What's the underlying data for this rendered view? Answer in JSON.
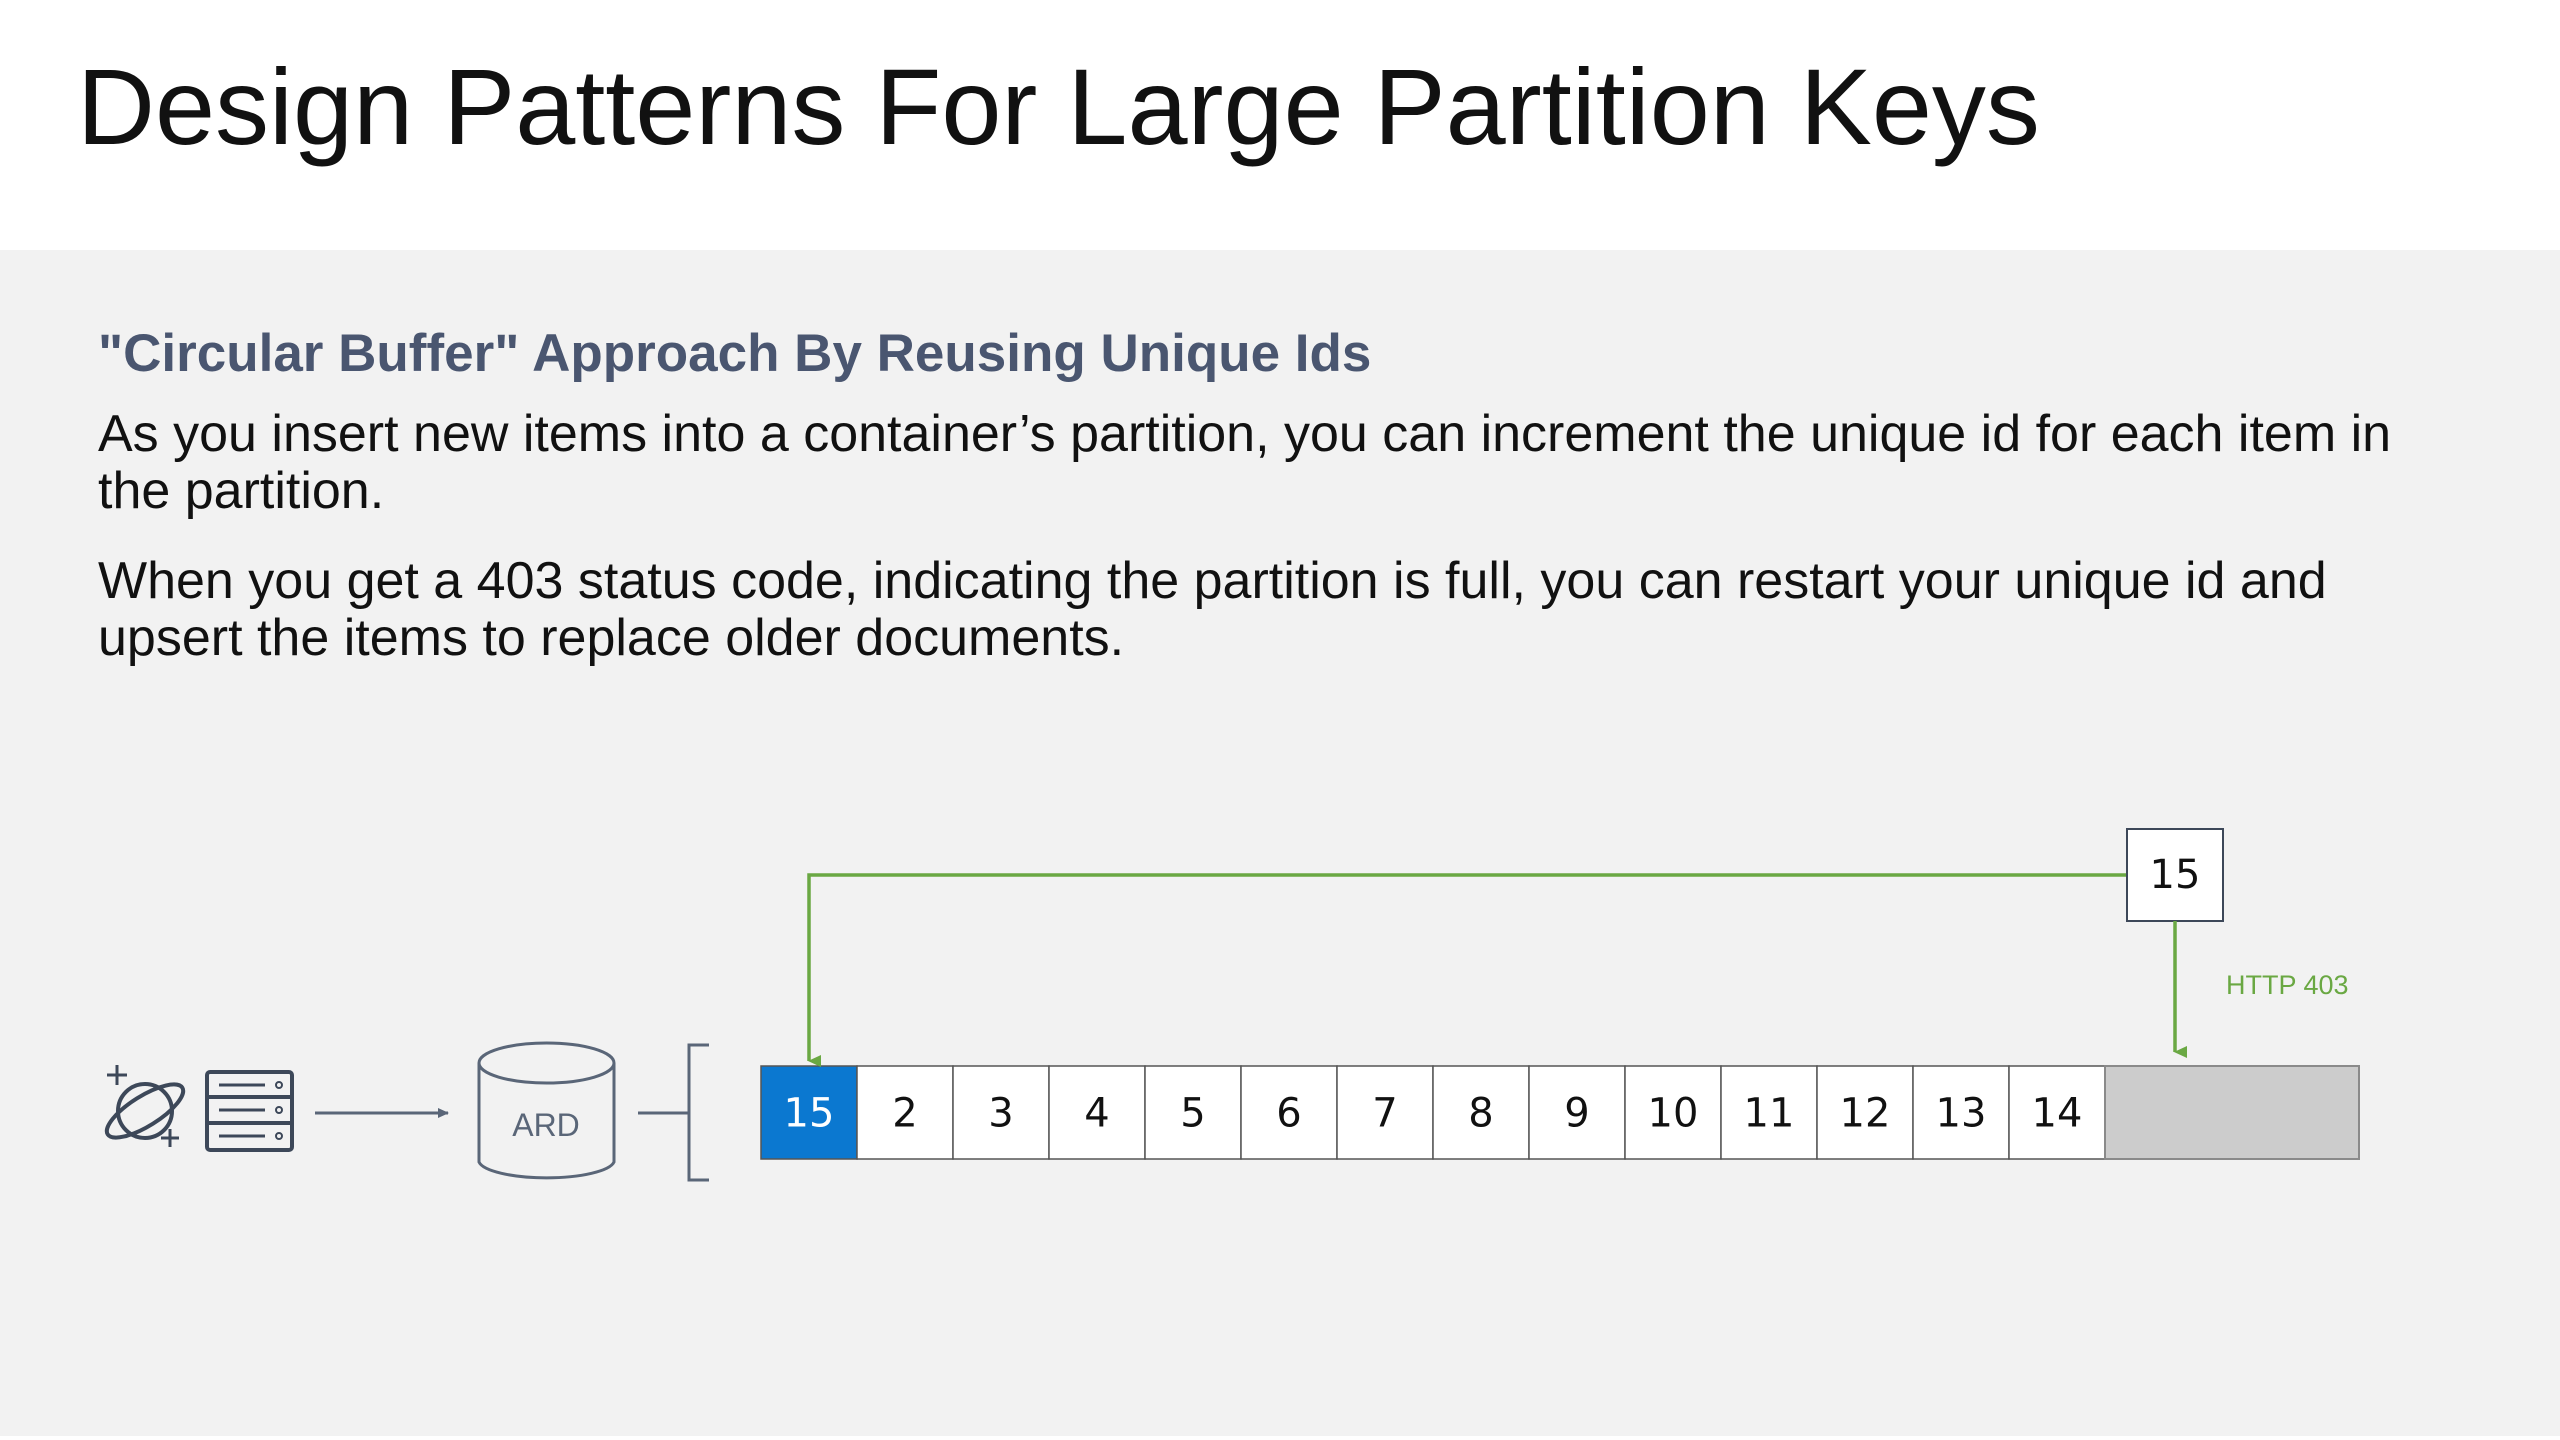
{
  "slide": {
    "title": "Design Patterns For Large Partition Keys",
    "subtitle": "\"Circular Buffer\" Approach By Reusing Unique Ids",
    "paragraphs": [
      "As you insert new items into a container’s partition, you can increment the unique id for each item in the partition.",
      "When you get a 403 status code, indicating the partition is full, you can restart your unique id and upsert the items to replace older documents."
    ]
  },
  "diagram": {
    "icons": [
      "cosmos-planet-icon",
      "server-icon",
      "database-cylinder-icon"
    ],
    "database_label": "ARD",
    "cells": [
      "15",
      "2",
      "3",
      "4",
      "5",
      "6",
      "7",
      "8",
      "9",
      "10",
      "11",
      "12",
      "13",
      "14"
    ],
    "highlighted_cell_index": 0,
    "incoming_item": "15",
    "error_label": "HTTP 403",
    "colors": {
      "highlight": "#0b78d0",
      "arrow_green": "#6aa843",
      "full_slot": "#cccccc",
      "outline": "#5a6678"
    }
  }
}
